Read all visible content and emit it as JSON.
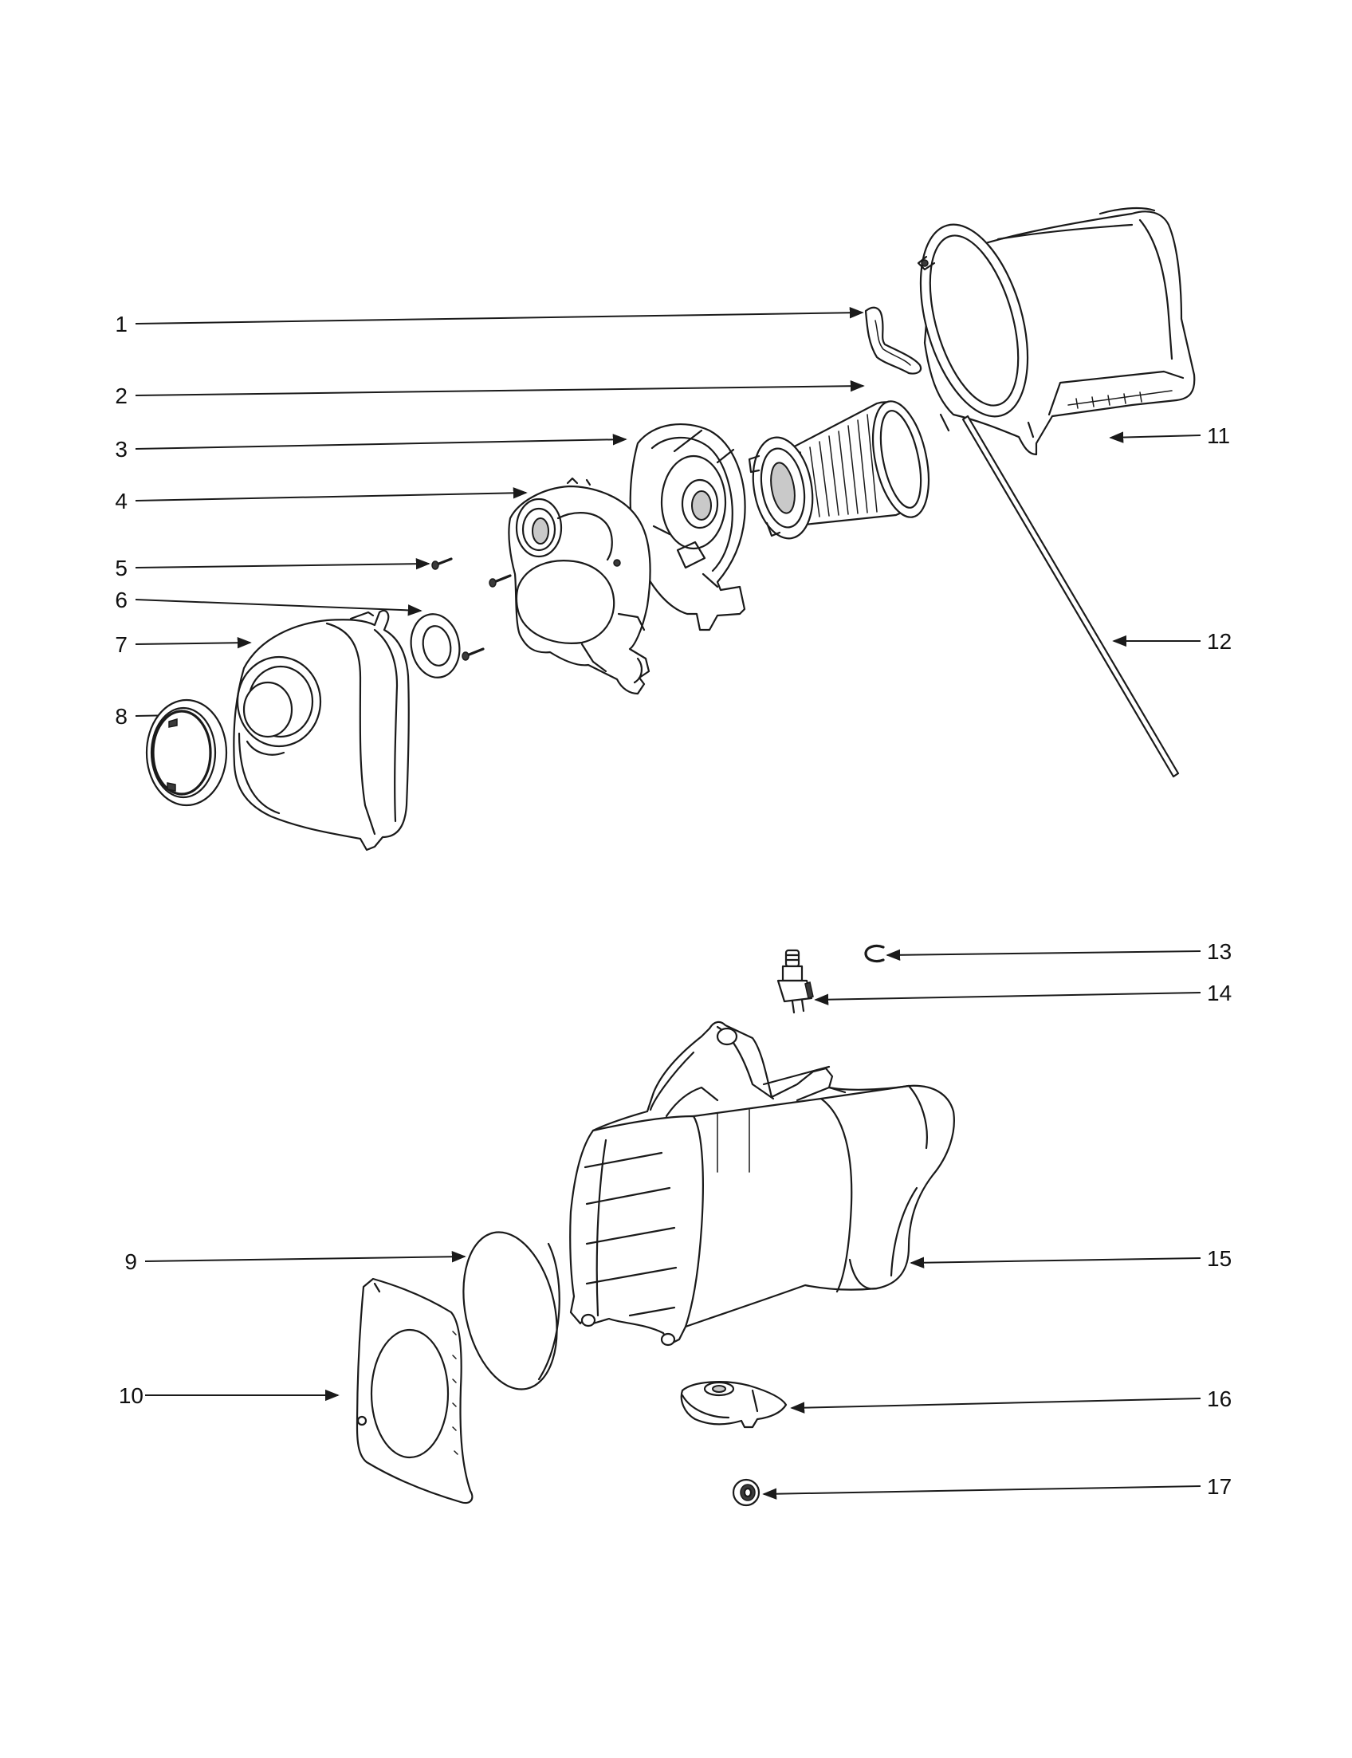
{
  "diagram": {
    "callouts": [
      {
        "id": "callout-1",
        "label": "1"
      },
      {
        "id": "callout-2",
        "label": "2"
      },
      {
        "id": "callout-3",
        "label": "3"
      },
      {
        "id": "callout-4",
        "label": "4"
      },
      {
        "id": "callout-5",
        "label": "5"
      },
      {
        "id": "callout-6",
        "label": "6"
      },
      {
        "id": "callout-7",
        "label": "7"
      },
      {
        "id": "callout-8",
        "label": "8"
      },
      {
        "id": "callout-9",
        "label": "9"
      },
      {
        "id": "callout-10",
        "label": "10"
      },
      {
        "id": "callout-11",
        "label": "11"
      },
      {
        "id": "callout-12",
        "label": "12"
      },
      {
        "id": "callout-13",
        "label": "13"
      },
      {
        "id": "callout-14",
        "label": "14"
      },
      {
        "id": "callout-15",
        "label": "15"
      },
      {
        "id": "callout-16",
        "label": "16"
      },
      {
        "id": "callout-17",
        "label": "17"
      }
    ]
  }
}
